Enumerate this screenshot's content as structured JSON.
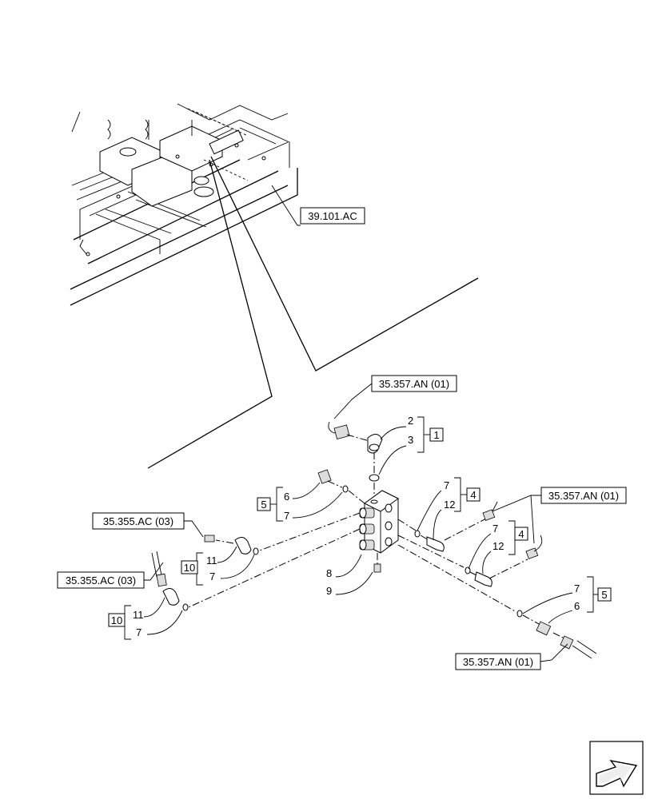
{
  "references": {
    "frame": "39.101.AC",
    "hose_top": "35.357.AN (01)",
    "hose_right": "35.357.AN (01)",
    "hose_bottom_right": "35.357.AN (01)",
    "hose_left_upper": "35.355.AC (03)",
    "hose_left_lower": "35.355.AC (03)"
  },
  "boxed_labels": {
    "g1": "1",
    "g4a": "4",
    "g4b": "4",
    "g5_left": "5",
    "g5_right": "5",
    "g10_upper": "10",
    "g10_lower": "10"
  },
  "item_numbers": {
    "n2": "2",
    "n3": "3",
    "n6_left": "6",
    "n7_left": "7",
    "n7_r1": "7",
    "n12_r1": "12",
    "n7_r2": "7",
    "n12_r2": "12",
    "n11_up": "11",
    "n7_up": "7",
    "n11_low": "11",
    "n7_low": "7",
    "n8": "8",
    "n9": "9",
    "n7_br": "7",
    "n6_br": "6"
  },
  "nav": {
    "icon": "next-page-arrow-icon"
  }
}
